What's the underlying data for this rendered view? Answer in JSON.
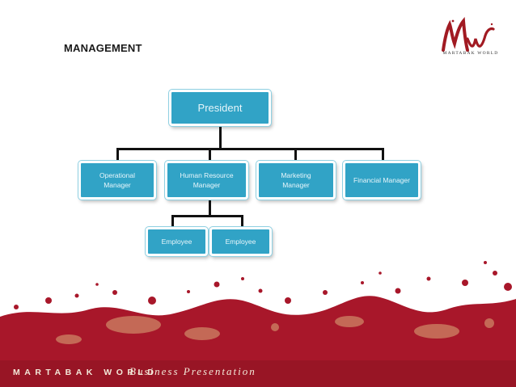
{
  "slide": {
    "title": "MANAGEMENT"
  },
  "logo": {
    "text": "MARTABAK WORLD",
    "color": "#a11a22"
  },
  "org_chart": {
    "root": "President",
    "managers": [
      "Operational Manager",
      "Human Resource Manager",
      "Marketing Manager",
      "Financial Manager"
    ],
    "hr_employees": [
      "Employee",
      "Employee"
    ]
  },
  "footer": {
    "brand": "MARTABAK WORLD",
    "subtitle": "Business Presentation"
  },
  "colors": {
    "node_fill": "#31a3c6",
    "node_text": "#e8f6fb",
    "accent_red": "#9c1b22",
    "connector": "#111111"
  }
}
